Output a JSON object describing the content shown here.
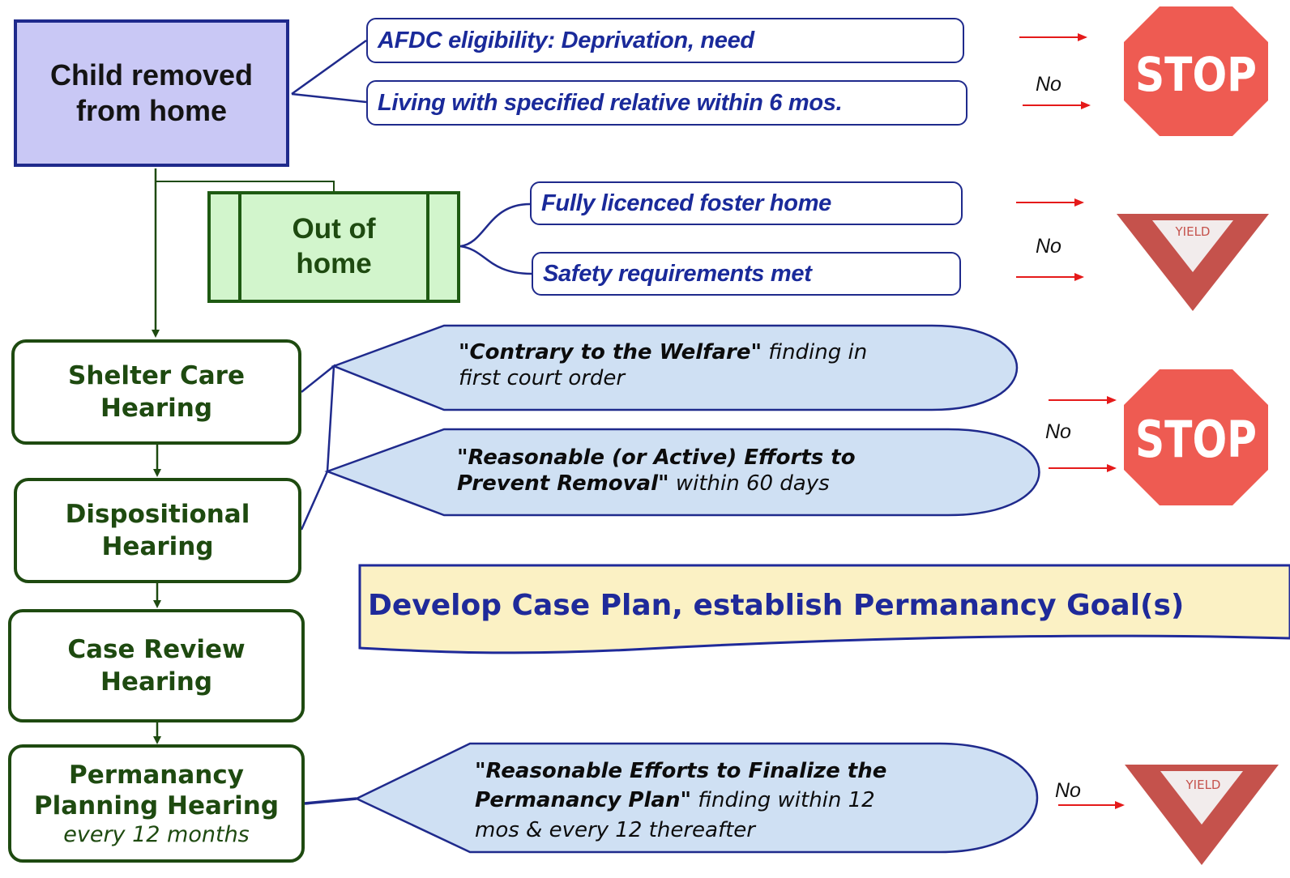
{
  "colors": {
    "navy": "#1f2a8c",
    "dark_green": "#1e4a10",
    "child_fill": "#c9c8f5",
    "out_of_home_fill": "#d2f5cc",
    "callout_fill": "#cfe0f3",
    "plan_fill": "#fbf1c4",
    "arrow_red": "#e51a1a",
    "stop_red": "#ee5b52",
    "yield_red": "#c5524c"
  },
  "top": {
    "child_box": {
      "line1": "Child removed",
      "line2": "from home"
    },
    "afdc_criteria": [
      "AFDC eligibility:  Deprivation, need",
      "Living with specified relative within 6 mos."
    ],
    "out_of_home": {
      "line1": "Out of",
      "line2": "home"
    },
    "home_criteria": [
      "Fully licenced foster home",
      "Safety requirements met"
    ]
  },
  "hearings": [
    {
      "line1": "Shelter Care",
      "line2": "Hearing"
    },
    {
      "line1": "Dispositional",
      "line2": "Hearing"
    },
    {
      "line1": "Case Review",
      "line2": "Hearing"
    },
    {
      "line1": "Permanancy",
      "line2": "Planning Hearing",
      "sub": "every 12 months"
    }
  ],
  "findings": {
    "contrary": {
      "bold": "\"Contrary to the Welfare\"",
      "rest_line1": " finding in",
      "rest_line2": "first court order"
    },
    "reasonable": {
      "bold_line1": "\"Reasonable (or Active) Efforts to",
      "bold_line2": "Prevent Removal\"",
      "rest": " within 60 days"
    },
    "finalize": {
      "bold_line1": "\"Reasonable  Efforts to Finalize the",
      "bold_line2": "Permanancy Plan\"",
      "rest_line2": " finding within 12",
      "line3": "mos & every 12 thereafter"
    }
  },
  "case_plan": "Develop Case Plan, establish Permanancy Goal(s)",
  "no_labels": [
    "No",
    "No",
    "No",
    "No"
  ],
  "signs": [
    {
      "type": "stop",
      "text": "STOP"
    },
    {
      "type": "yield",
      "text": "YIELD"
    },
    {
      "type": "stop",
      "text": "STOP"
    },
    {
      "type": "yield",
      "text": "YIELD"
    }
  ]
}
